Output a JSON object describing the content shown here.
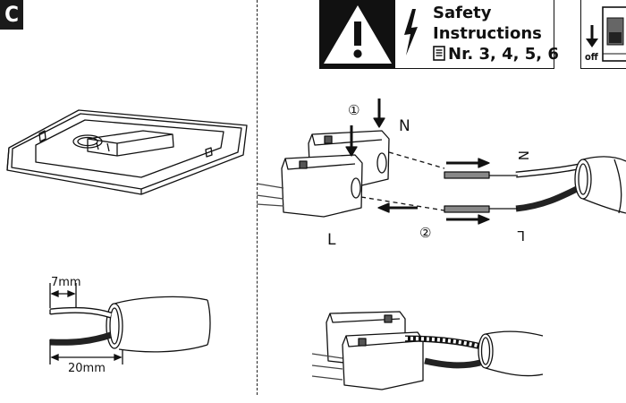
{
  "step": {
    "label": "C"
  },
  "safety": {
    "title_line1": "Safety",
    "title_line2": "Instructions",
    "ref_prefix": "Nr. 3, 4, 5, 6",
    "off_label": "off"
  },
  "wiring": {
    "step1_marker": "①",
    "step2_marker": "②",
    "neutral_label": "N",
    "live_label": "L",
    "neutral_wire_label": "N",
    "live_wire_label": "L"
  },
  "strip": {
    "inner_length": "7mm",
    "outer_length": "20mm"
  },
  "colors": {
    "ink": "#111111",
    "wire_dark": "#222222",
    "hatch": "#777777"
  },
  "icons": {
    "warning": "warning-triangle-icon",
    "voltage": "lightning-bolt-icon",
    "manual": "manual-book-icon",
    "breaker": "circuit-breaker-icon",
    "arrow_down": "arrow-down-icon"
  }
}
